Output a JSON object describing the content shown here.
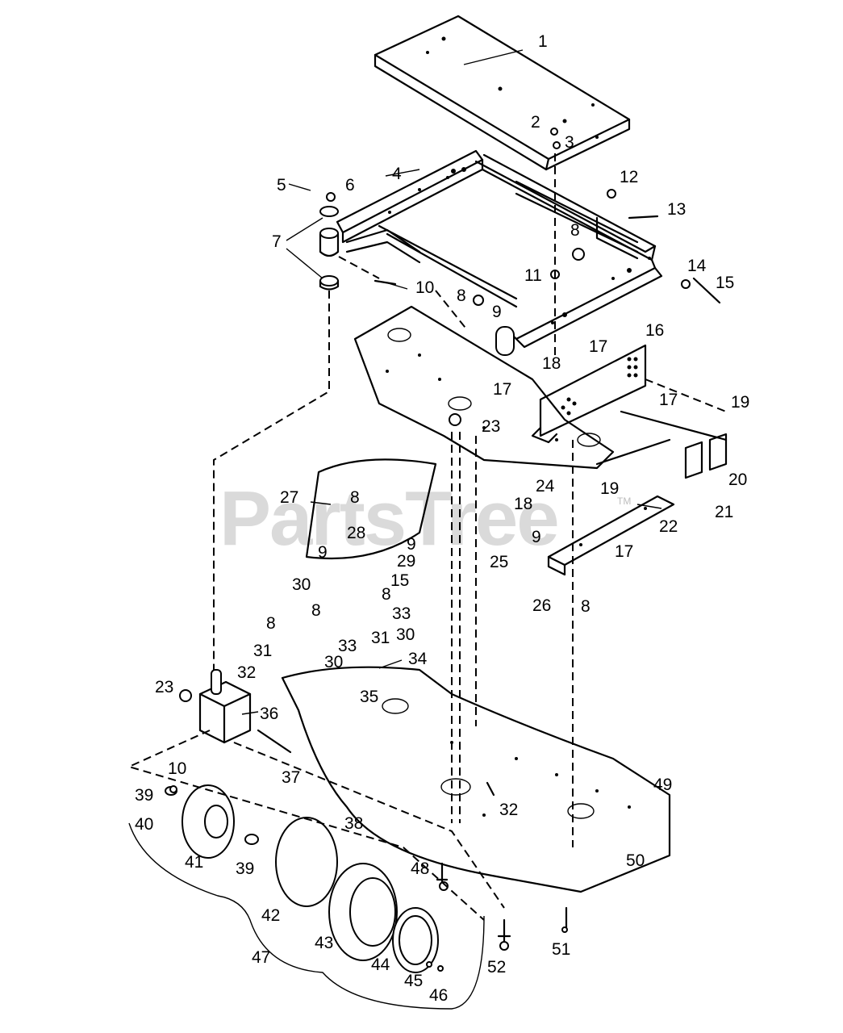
{
  "watermark": {
    "text": "PartsTree",
    "tm": "TM"
  },
  "callouts": [
    {
      "n": "1"
    },
    {
      "n": "2"
    },
    {
      "n": "3"
    },
    {
      "n": "4"
    },
    {
      "n": "5"
    },
    {
      "n": "6"
    },
    {
      "n": "7"
    },
    {
      "n": "12"
    },
    {
      "n": "13"
    },
    {
      "n": "8"
    },
    {
      "n": "11"
    },
    {
      "n": "10"
    },
    {
      "n": "8"
    },
    {
      "n": "9"
    },
    {
      "n": "14"
    },
    {
      "n": "15"
    },
    {
      "n": "16"
    },
    {
      "n": "17"
    },
    {
      "n": "18"
    },
    {
      "n": "17"
    },
    {
      "n": "17"
    },
    {
      "n": "19"
    },
    {
      "n": "23"
    },
    {
      "n": "20"
    },
    {
      "n": "19"
    },
    {
      "n": "24"
    },
    {
      "n": "21"
    },
    {
      "n": "27"
    },
    {
      "n": "8"
    },
    {
      "n": "18"
    },
    {
      "n": "22"
    },
    {
      "n": "28"
    },
    {
      "n": "9"
    },
    {
      "n": "9"
    },
    {
      "n": "9"
    },
    {
      "n": "29"
    },
    {
      "n": "25"
    },
    {
      "n": "17"
    },
    {
      "n": "15"
    },
    {
      "n": "30"
    },
    {
      "n": "26"
    },
    {
      "n": "8"
    },
    {
      "n": "8"
    },
    {
      "n": "8"
    },
    {
      "n": "33"
    },
    {
      "n": "8"
    },
    {
      "n": "31"
    },
    {
      "n": "30"
    },
    {
      "n": "31"
    },
    {
      "n": "33"
    },
    {
      "n": "32"
    },
    {
      "n": "30"
    },
    {
      "n": "34"
    },
    {
      "n": "35"
    },
    {
      "n": "23"
    },
    {
      "n": "36"
    },
    {
      "n": "37"
    },
    {
      "n": "10"
    },
    {
      "n": "39"
    },
    {
      "n": "40"
    },
    {
      "n": "38"
    },
    {
      "n": "41"
    },
    {
      "n": "39"
    },
    {
      "n": "49"
    },
    {
      "n": "32"
    },
    {
      "n": "50"
    },
    {
      "n": "48"
    },
    {
      "n": "42"
    },
    {
      "n": "43"
    },
    {
      "n": "51"
    },
    {
      "n": "47"
    },
    {
      "n": "44"
    },
    {
      "n": "52"
    },
    {
      "n": "45"
    },
    {
      "n": "46"
    }
  ]
}
